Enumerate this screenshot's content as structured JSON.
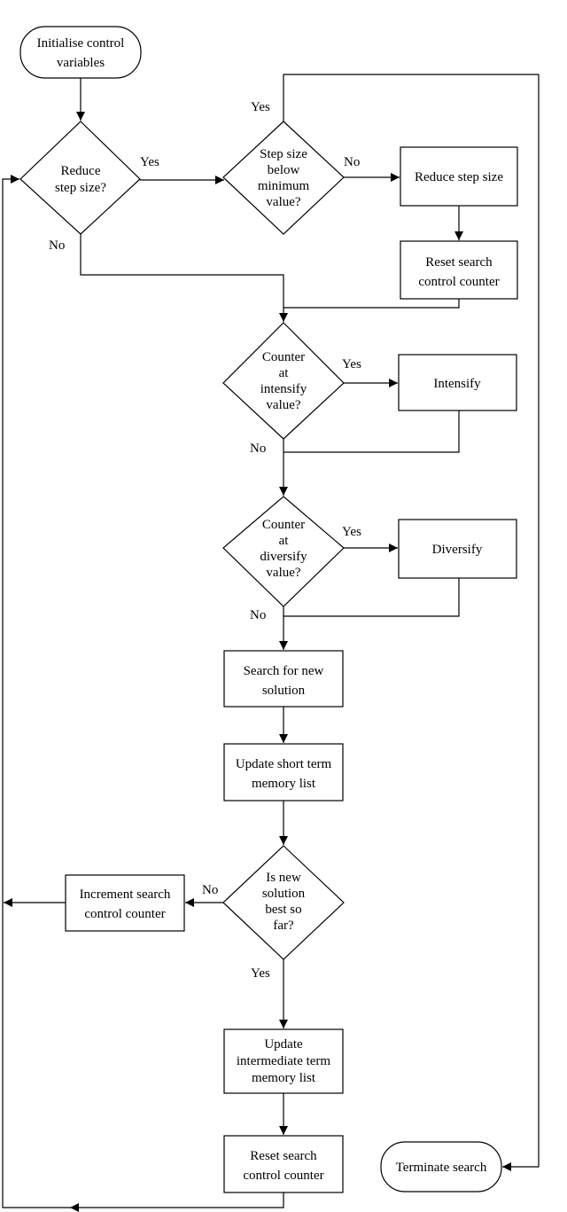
{
  "nodes": {
    "init": [
      "Initialise control",
      "variables"
    ],
    "reduce_q": [
      "Reduce",
      "step size?"
    ],
    "stepmin_q": [
      "Step size",
      "below",
      "minimum",
      "value?"
    ],
    "reduce_step": [
      "Reduce step size"
    ],
    "reset1": [
      "Reset  search",
      "control counter"
    ],
    "intensify_q": [
      "Counter",
      "at",
      "intensify",
      "value?"
    ],
    "intensify": [
      "Intensify"
    ],
    "diversify_q": [
      "Counter",
      "at",
      "diversify",
      "value?"
    ],
    "diversify": [
      "Diversify"
    ],
    "search_new": [
      "Search for new",
      "solution"
    ],
    "update_stm": [
      "Update short term",
      "memory list"
    ],
    "best_q": [
      "Is new",
      "solution",
      "best so",
      "far?"
    ],
    "increment": [
      "Increment search",
      "control counter"
    ],
    "update_itm": [
      "Update",
      "intermediate term",
      "memory list"
    ],
    "reset2": [
      "Reset search",
      "control counter"
    ],
    "terminate": [
      "Terminate search"
    ]
  },
  "labels": {
    "yes": "Yes",
    "no": "No"
  }
}
